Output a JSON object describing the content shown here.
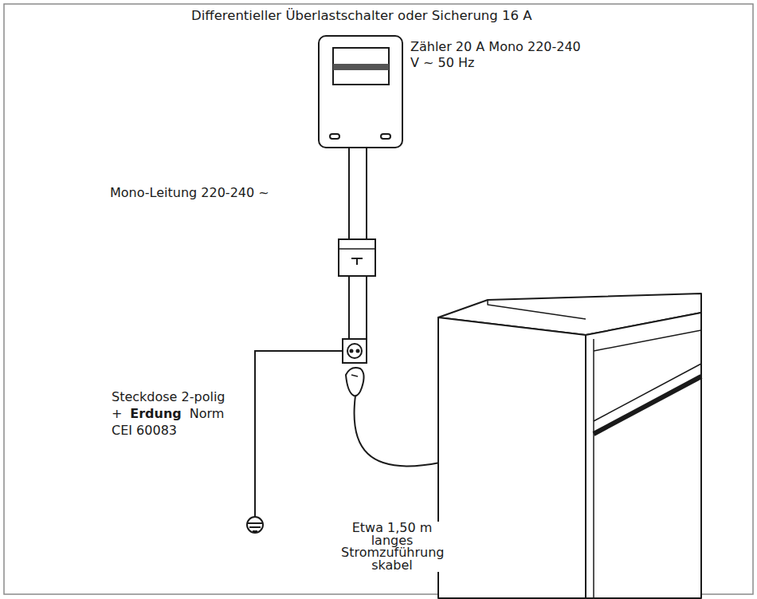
{
  "diagram": {
    "title": "Differentieller Überlastschalter oder Sicherung 16 A",
    "labels": [
      "Zähler 20 A Mono 220-240 V ~ 50 Hz",
      "Mono-Leitung 220-240 ~",
      "Steckdose 2-polig +",
      "Erdung",
      "Norm CEI 60083",
      "Etwa 1,50 m langes Stromzuführung skabel"
    ]
  }
}
